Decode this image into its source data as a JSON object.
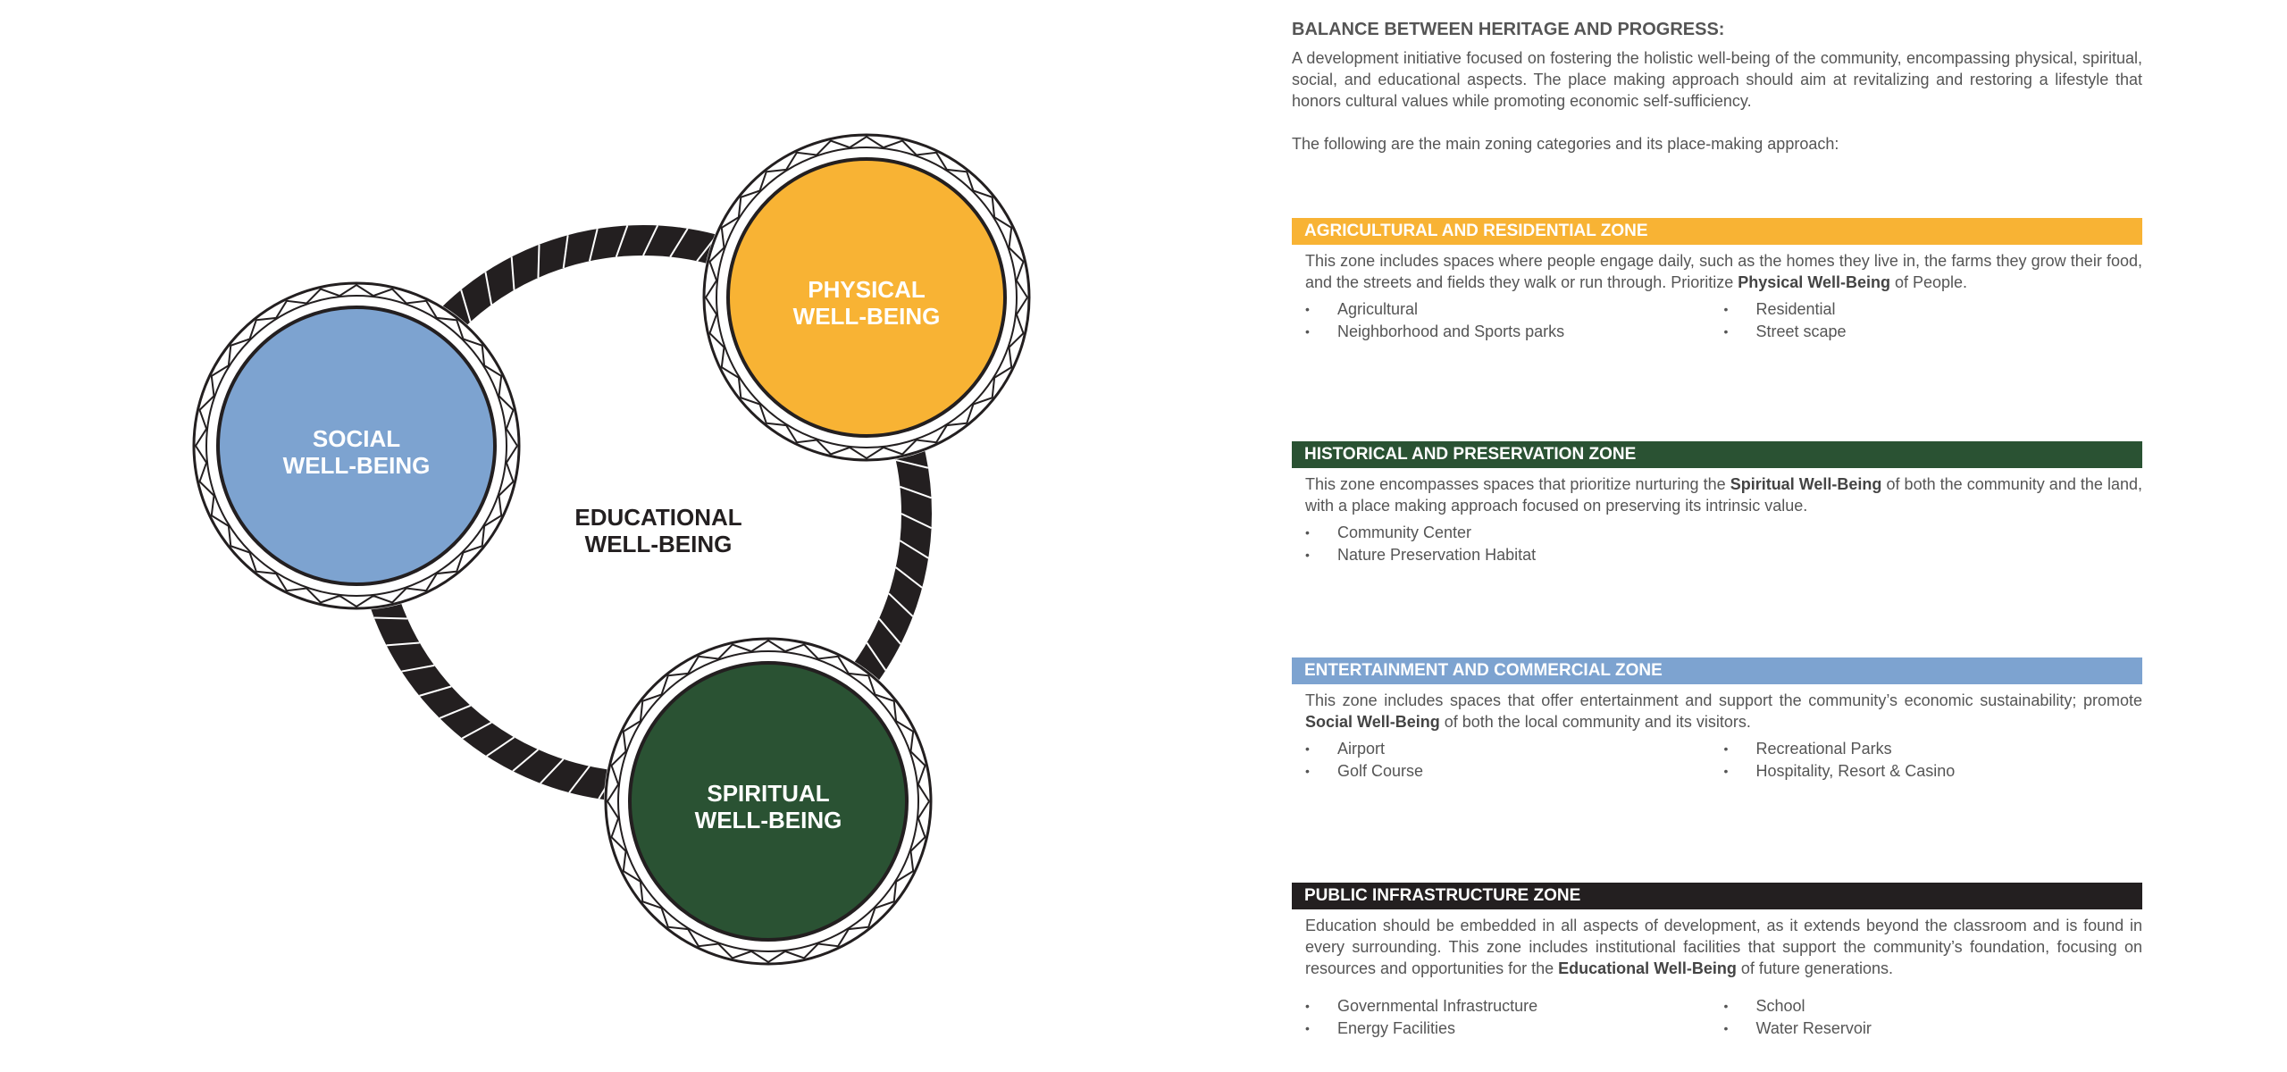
{
  "diagram": {
    "physical": {
      "line1": "PHYSICAL",
      "line2": "WELL-BEING",
      "color": "#F8B334"
    },
    "social": {
      "line1": "SOCIAL",
      "line2": "WELL-BEING",
      "color": "#7DA3D0"
    },
    "spiritual": {
      "line1": "SPIRITUAL",
      "line2": "WELL-BEING",
      "color": "#2A5233"
    },
    "educational": {
      "line1": "EDUCATIONAL",
      "line2": "WELL-BEING"
    }
  },
  "intro": {
    "title": "BALANCE BETWEEN HERITAGE AND PROGRESS:",
    "paragraph": "A development initiative focused on fostering the holistic well-being of the community, encompassing physical, spiritual, social, and educational aspects. The place making approach should aim at revitalizing and restoring a lifestyle that honors cultural values while promoting economic self-sufficiency.",
    "categories_line": "The following are the main zoning categories and its place-making approach:"
  },
  "zones": [
    {
      "title": "AGRICULTURAL AND RESIDENTIAL ZONE",
      "color": "#F8B334",
      "desc_before": "This zone includes spaces where people engage daily, such as the homes they live in, the farms they grow their food, and the streets and fields they walk or run through. Prioritize ",
      "desc_bold": "Physical Well-Being",
      "desc_after": " of People.",
      "left_items": [
        "Agricultural",
        "Neighborhood and Sports parks"
      ],
      "right_items": [
        "Residential",
        "Street scape"
      ]
    },
    {
      "title": "HISTORICAL AND PRESERVATION ZONE",
      "color": "#2A5233",
      "desc_before": "This zone encompasses spaces that prioritize nurturing the ",
      "desc_bold": "Spiritual Well-Being",
      "desc_after": " of both the community and the land, with a place making approach focused on preserving its intrinsic value.",
      "left_items": [
        "Community Center",
        "Nature Preservation Habitat"
      ],
      "right_items": []
    },
    {
      "title": "ENTERTAINMENT AND COMMERCIAL ZONE",
      "color": "#7DA3D0",
      "desc_before": "This zone includes spaces that offer entertainment and support the community’s economic sustainability; promote ",
      "desc_bold": "Social Well-Being",
      "desc_after": " of both the local community and its visitors.",
      "left_items": [
        "Airport",
        "Golf Course"
      ],
      "right_items": [
        "Recreational Parks",
        "Hospitality, Resort & Casino"
      ]
    },
    {
      "title": "PUBLIC INFRASTRUCTURE ZONE",
      "color": "#231F20",
      "desc_before": "Education should be embedded in all aspects of development, as it extends beyond the classroom and is found in every surrounding. This zone includes institutional facilities that support the community’s foundation, focusing on resources and opportunities for the ",
      "desc_bold": "Educational Well-Being",
      "desc_after": " of future generations.",
      "left_items": [
        "Governmental Infrastructure",
        "Energy Facilities"
      ],
      "right_items": [
        "School",
        "Water Reservoir"
      ]
    }
  ]
}
